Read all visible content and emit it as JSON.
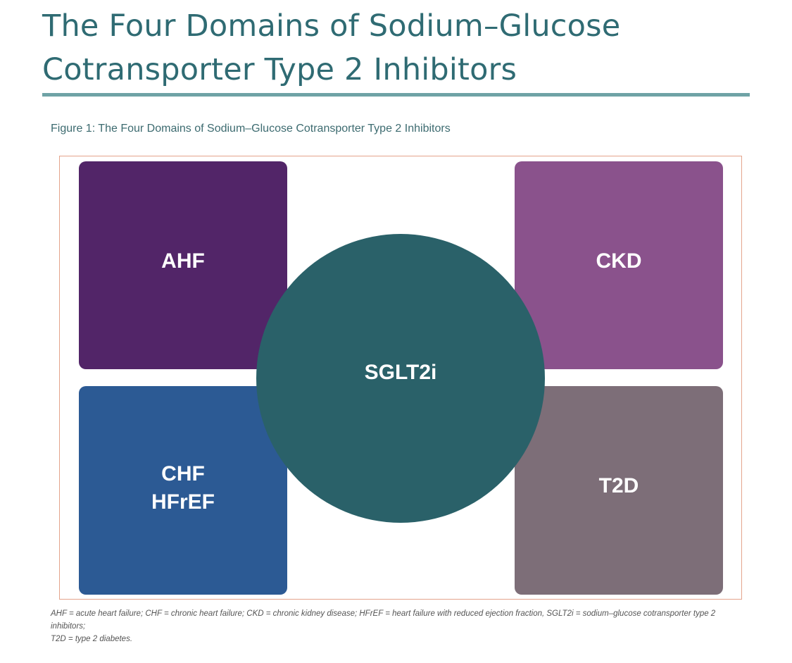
{
  "page": {
    "title_line1": "The Four Domains of Sodium–Glucose",
    "title_line2": "Cotransporter Type 2 Inhibitors",
    "figure_caption": "Figure 1: The Four Domains of Sodium–Glucose Cotransporter Type 2 Inhibitors",
    "footnote_line1": "AHF = acute heart failure; CHF = chronic heart failure; CKD = chronic kidney disease; HFrEF = heart failure with reduced ejection fraction, SGLT2i = sodium–glucose cotransporter type 2 inhibitors;",
    "footnote_line2": "T2D = type 2 diabetes."
  },
  "diagram": {
    "center": {
      "label": "SGLT2i",
      "color": "#2a6169"
    },
    "domains": {
      "top_left": {
        "label": "AHF",
        "color": "#522568"
      },
      "top_right": {
        "label": "CKD",
        "color": "#8a528c"
      },
      "bottom_left": {
        "line1": "CHF",
        "line2": "HFrEF",
        "color": "#2c5a94"
      },
      "bottom_right": {
        "label": "T2D",
        "color": "#7d6e78"
      }
    },
    "frame_border_color": "#e4a48c",
    "accent_color": "#2f6b73"
  }
}
